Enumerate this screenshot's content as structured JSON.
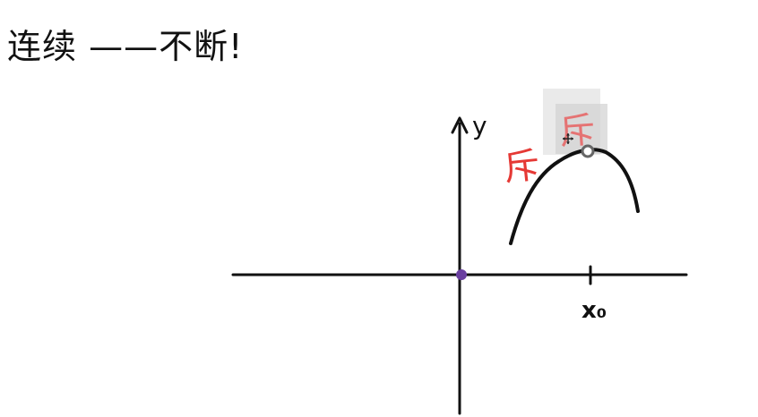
{
  "title": "连续 ——不断!",
  "axes": {
    "x_label": "",
    "y_label": "y"
  },
  "annotations": {
    "point_label": "x₀",
    "break_mark_left": "斥",
    "break_mark_right": "斥"
  },
  "colors": {
    "ink": "#111111",
    "red_mark": "#e53935",
    "red_mark_faded": "#e57373",
    "origin_dot": "#6a3fa0",
    "selection_box": "#d9d9d9",
    "open_point_stroke": "#666666"
  },
  "icons": {
    "cursor": "move-cursor-icon"
  }
}
